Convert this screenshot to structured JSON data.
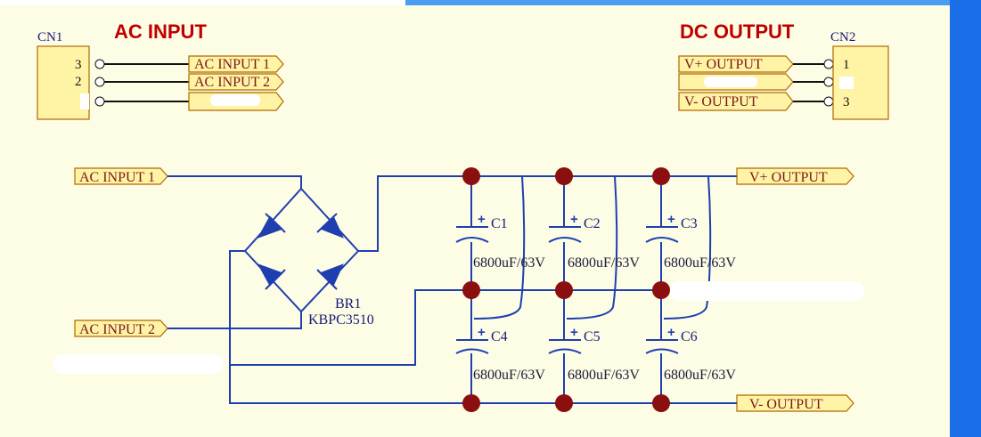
{
  "headers": {
    "ac_input": "AC INPUT",
    "dc_output": "DC OUTPUT"
  },
  "connectors": {
    "cn1": {
      "ref": "CN1",
      "pins": [
        "3",
        "2",
        ""
      ]
    },
    "cn2": {
      "ref": "CN2",
      "pins": [
        "1",
        "",
        "3"
      ]
    }
  },
  "ports": {
    "cn1_p1": "AC INPUT 1",
    "cn1_p2": "AC INPUT 2",
    "cn1_p3": "",
    "cn2_p1": "V+ OUTPUT",
    "cn2_p2": "",
    "cn2_p3": "V- OUTPUT",
    "main_ac1": "AC INPUT 1",
    "main_ac2": "AC INPUT 2",
    "main_vplus": "V+ OUTPUT",
    "main_vminus": "V- OUTPUT"
  },
  "bridge": {
    "ref": "BR1",
    "part": "KBPC3510"
  },
  "capacitors": [
    {
      "ref": "C1",
      "value": "6800uF/63V"
    },
    {
      "ref": "C2",
      "value": "6800uF/63V"
    },
    {
      "ref": "C3",
      "value": "6800uF/63V"
    },
    {
      "ref": "C4",
      "value": "6800uF/63V"
    },
    {
      "ref": "C5",
      "value": "6800uF/63V"
    },
    {
      "ref": "C6",
      "value": "6800uF/63V"
    }
  ],
  "colors": {
    "wire": "#1f3fb0",
    "junction": "#8b0f0f",
    "header": "#c00000",
    "port_fill": "#fff3a6",
    "port_stroke": "#b06a00"
  }
}
